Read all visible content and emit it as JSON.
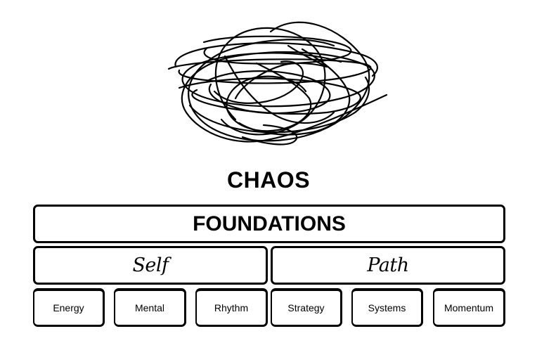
{
  "diagram": {
    "top_label": "CHAOS",
    "top_icon": "scribble-icon",
    "foundation": "FOUNDATIONS",
    "groups": [
      {
        "label": "Self",
        "items": [
          "Energy",
          "Mental",
          "Rhythm"
        ]
      },
      {
        "label": "Path",
        "items": [
          "Strategy",
          "Systems",
          "Momentum"
        ]
      }
    ]
  }
}
